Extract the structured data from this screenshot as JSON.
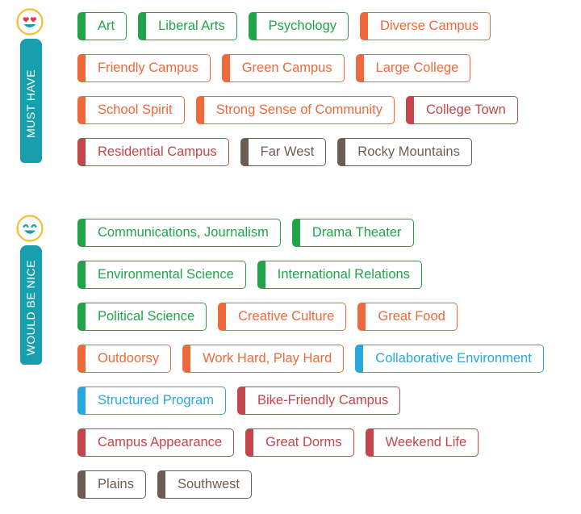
{
  "must_have": {
    "label": "MUST HAVE",
    "icon": "heart-eyes-face-icon",
    "rows": [
      [
        {
          "text": "Art",
          "color": "green"
        },
        {
          "text": "Liberal Arts",
          "color": "green"
        },
        {
          "text": "Psychology",
          "color": "green"
        },
        {
          "text": "Diverse Campus",
          "color": "orange"
        }
      ],
      [
        {
          "text": "Friendly Campus",
          "color": "orange"
        },
        {
          "text": "Green Campus",
          "color": "orange"
        },
        {
          "text": "Large College",
          "color": "orange"
        }
      ],
      [
        {
          "text": "School Spirit",
          "color": "orange"
        },
        {
          "text": "Strong Sense of Community",
          "color": "orange"
        },
        {
          "text": "College Town",
          "color": "red"
        }
      ],
      [
        {
          "text": "Residential Campus",
          "color": "red"
        },
        {
          "text": "Far West",
          "color": "brown"
        },
        {
          "text": "Rocky Mountains",
          "color": "brown"
        }
      ]
    ]
  },
  "would_be_nice": {
    "label": "WOULD BE NICE",
    "icon": "smiling-face-icon",
    "rows": [
      [
        {
          "text": "Communications, Journalism",
          "color": "green"
        },
        {
          "text": "Drama Theater",
          "color": "green"
        }
      ],
      [
        {
          "text": "Environmental Science",
          "color": "green"
        },
        {
          "text": "International Relations",
          "color": "green"
        }
      ],
      [
        {
          "text": "Political Science",
          "color": "green"
        },
        {
          "text": "Creative Culture",
          "color": "orange"
        },
        {
          "text": "Great Food",
          "color": "orange"
        }
      ],
      [
        {
          "text": "Outdoorsy",
          "color": "orange"
        },
        {
          "text": "Work Hard, Play Hard",
          "color": "orange"
        },
        {
          "text": "Collaborative Environment",
          "color": "blue"
        }
      ],
      [
        {
          "text": "Structured Program",
          "color": "blue"
        },
        {
          "text": "Bike-Friendly Campus",
          "color": "red"
        }
      ],
      [
        {
          "text": "Campus Appearance",
          "color": "red"
        },
        {
          "text": "Great Dorms",
          "color": "red"
        },
        {
          "text": "Weekend Life",
          "color": "red"
        }
      ],
      [
        {
          "text": "Plains",
          "color": "brown"
        },
        {
          "text": "Southwest",
          "color": "brown"
        }
      ]
    ]
  },
  "colors": {
    "green": "#22a44a",
    "orange": "#ee6a3c",
    "red": "#c2464a",
    "brown": "#6d5c54",
    "blue": "#29a7dc",
    "rail": "#179fae",
    "face": "#f5c33b"
  }
}
